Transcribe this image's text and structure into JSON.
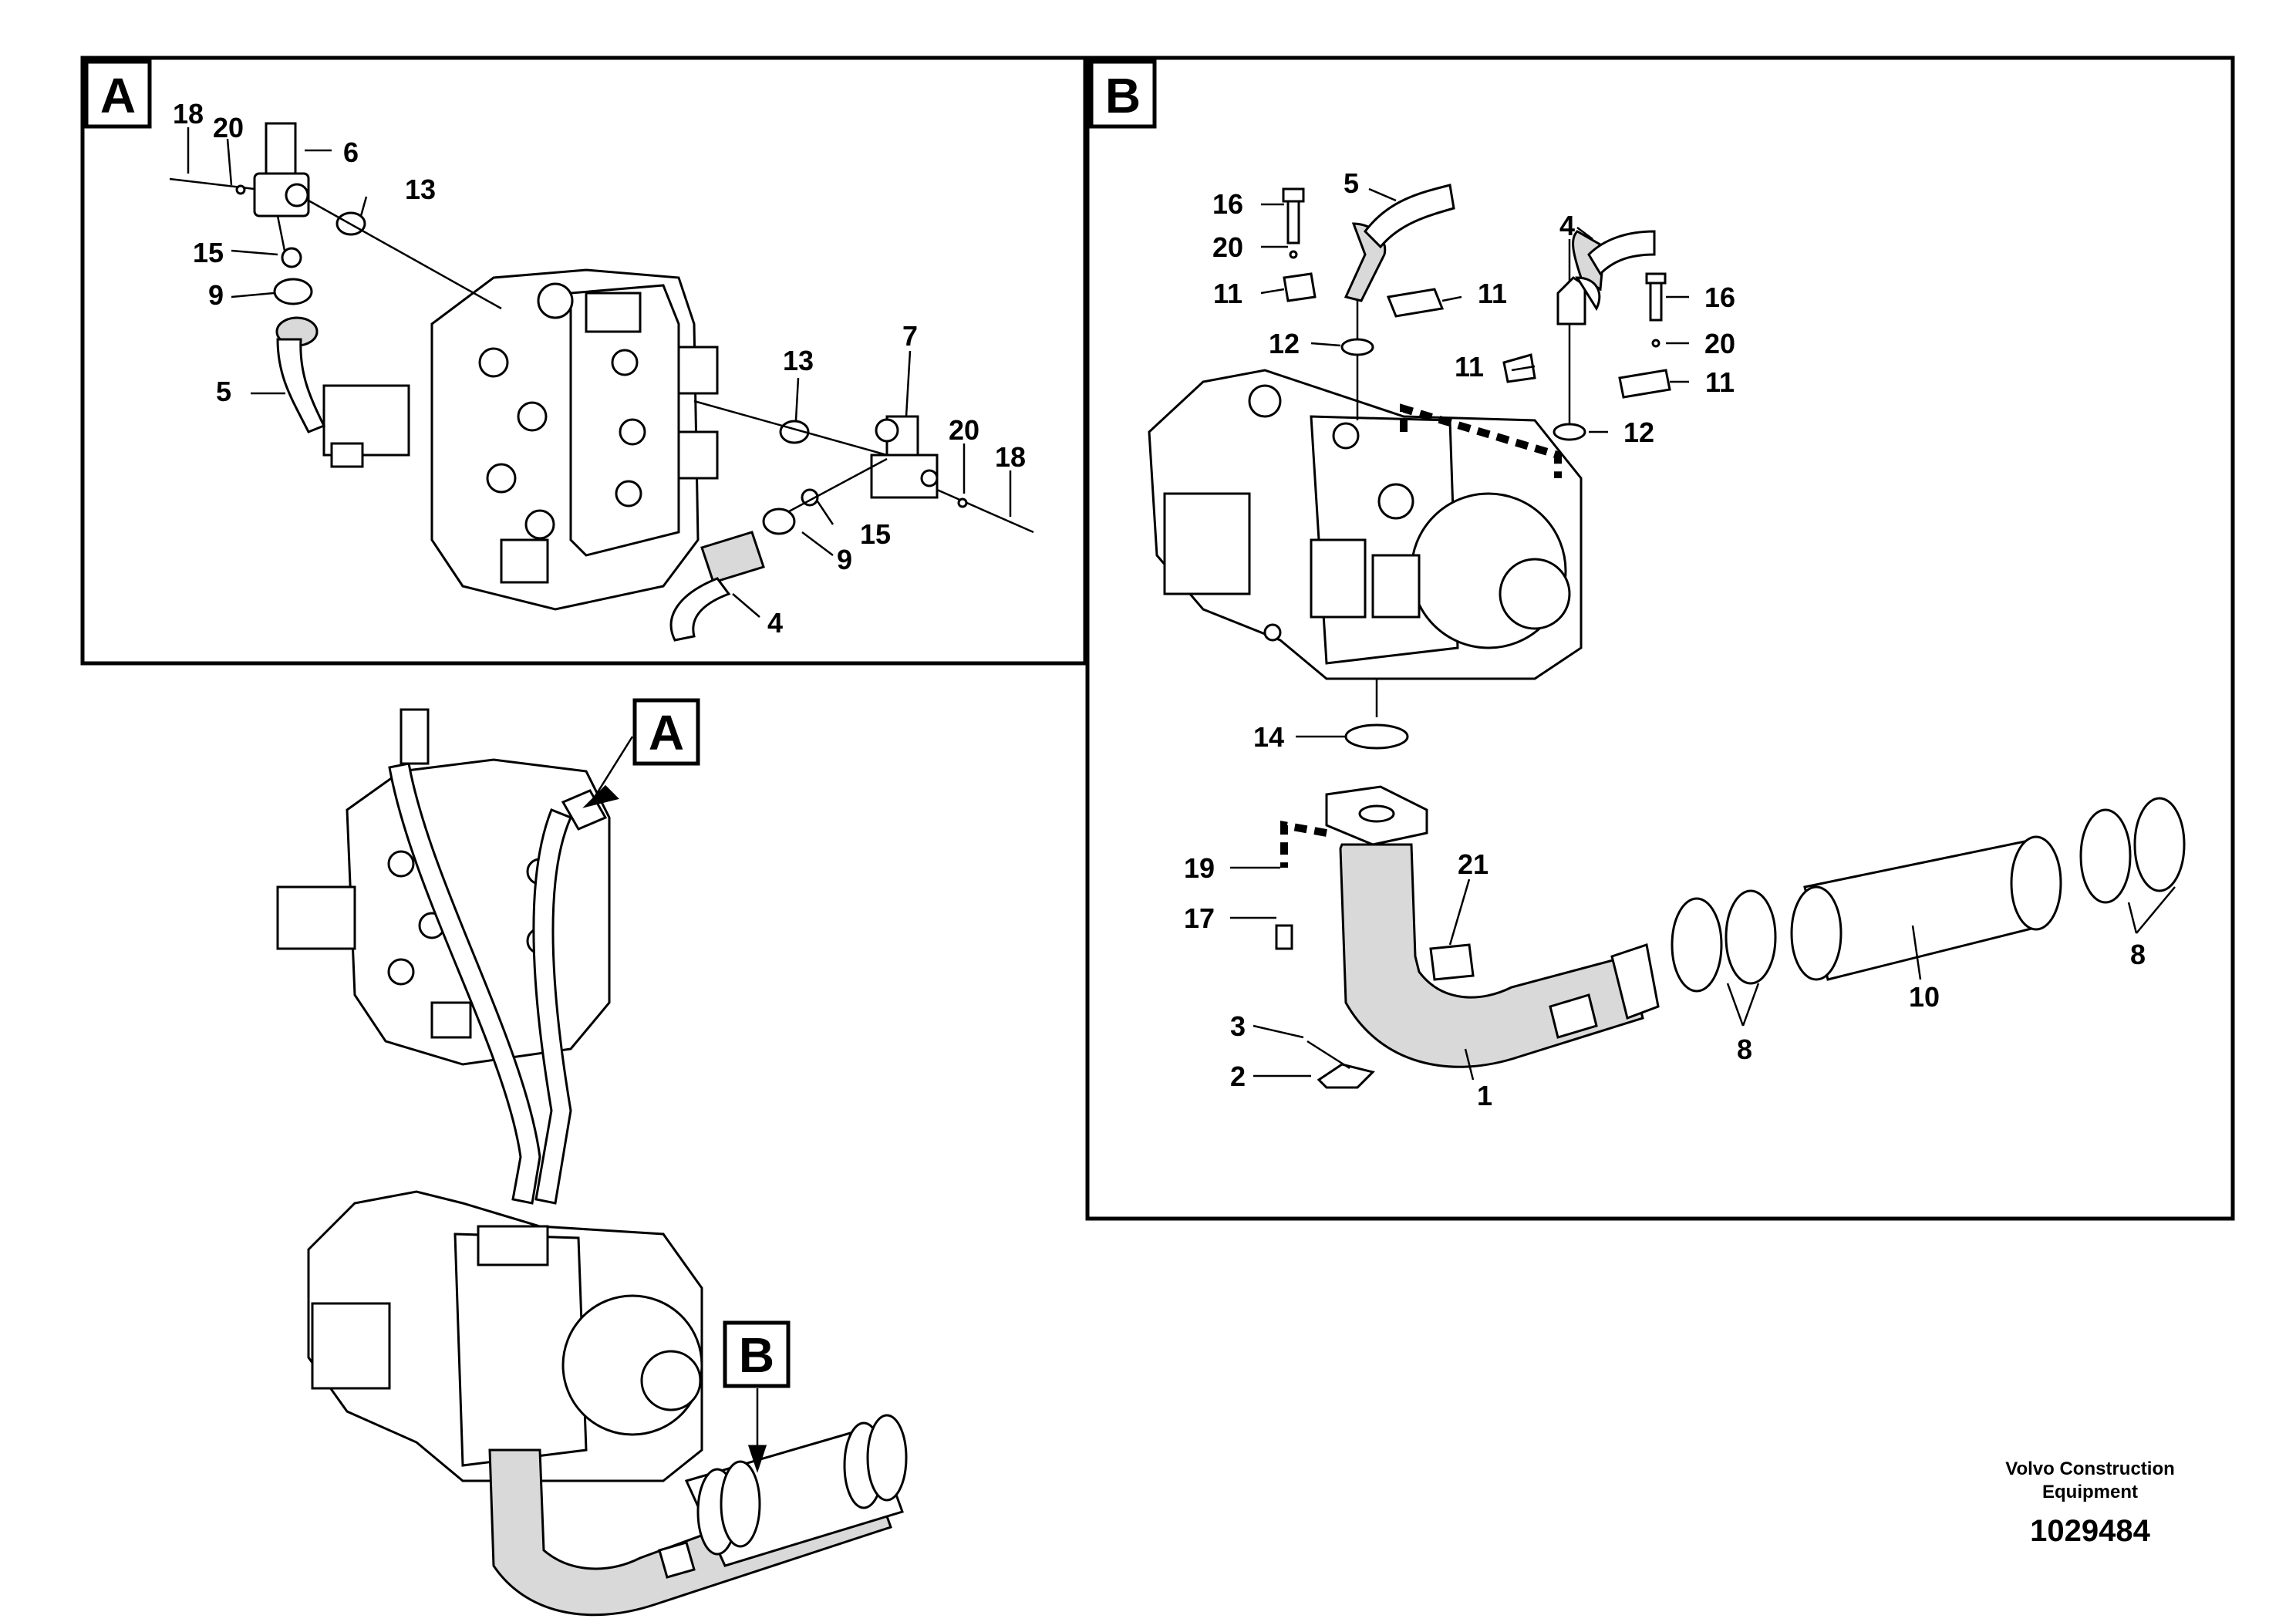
{
  "panels": {
    "A": {
      "tag": "A"
    },
    "B": {
      "tag": "B"
    }
  },
  "overview_tags": {
    "A": "A",
    "B": "B"
  },
  "callouts_a": {
    "n18a": "18",
    "n20a": "20",
    "n6": "6",
    "n13a": "13",
    "n15a": "15",
    "n9a": "9",
    "n5a": "5",
    "n13b": "13",
    "n7": "7",
    "n20b": "20",
    "n18b": "18",
    "n15b": "15",
    "n9b": "9",
    "n4a": "4"
  },
  "callouts_b": {
    "n16a": "16",
    "n5": "5",
    "n20a": "20",
    "n11a": "11",
    "n11b": "11",
    "n12a": "12",
    "n4": "4",
    "n16b": "16",
    "n20b": "20",
    "n11c": "11",
    "n11d": "11",
    "n12b": "12",
    "n14": "14",
    "n21": "21",
    "n19": "19",
    "n17": "17",
    "n3": "3",
    "n2": "2",
    "n1": "1",
    "n8a": "8",
    "n10": "10",
    "n8b": "8"
  },
  "footer": {
    "company_line1": "Volvo Construction",
    "company_line2": "Equipment",
    "drawing_number": "1029484"
  }
}
